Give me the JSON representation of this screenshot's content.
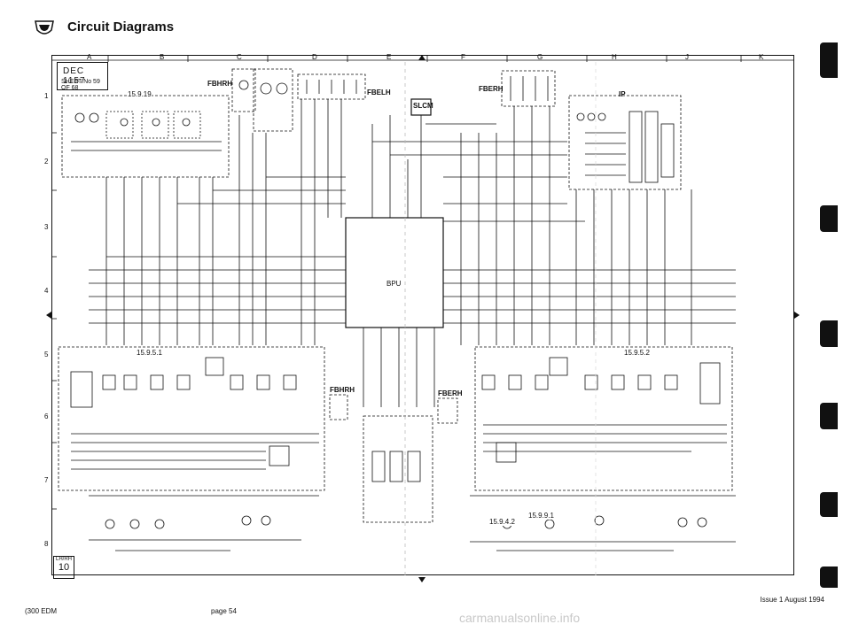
{
  "header": {
    "title": "Circuit Diagrams"
  },
  "sheet": {
    "stamp_code": "DEC 1157",
    "sheet_line": "SHEET No 59 OF 68",
    "page_box_top": "LH/RH",
    "page_box_num": "10",
    "grid_columns": [
      "A",
      "B",
      "C",
      "D",
      "E",
      "F",
      "G",
      "H",
      "J",
      "K"
    ],
    "grid_rows": [
      "1",
      "2",
      "3",
      "4",
      "5",
      "6",
      "7",
      "8"
    ]
  },
  "blocks": {
    "fbhrh_top": "FBHRH",
    "fbelh": "FBELH",
    "slcm": "SLCM",
    "fberh": "FBERH",
    "ip": "IP",
    "bpu": "BPU",
    "fbhrh_mid": "FBHRH",
    "fberh_mid": "FBERH",
    "fig_1519": "15.9.19",
    "fig_1591": "15.9.5.1",
    "fig_1592": "15.9.5.2",
    "fig_1594": "15.9.4.2",
    "fig_1593": "15.9.9.1"
  },
  "footer": {
    "left": "(300 EDM",
    "center": "page 54",
    "right": "Issue 1 August 1994"
  },
  "watermark": "carmanualsonline.info",
  "colors": {
    "ink": "#111111",
    "paper": "#ffffff",
    "tab": "#111111"
  }
}
